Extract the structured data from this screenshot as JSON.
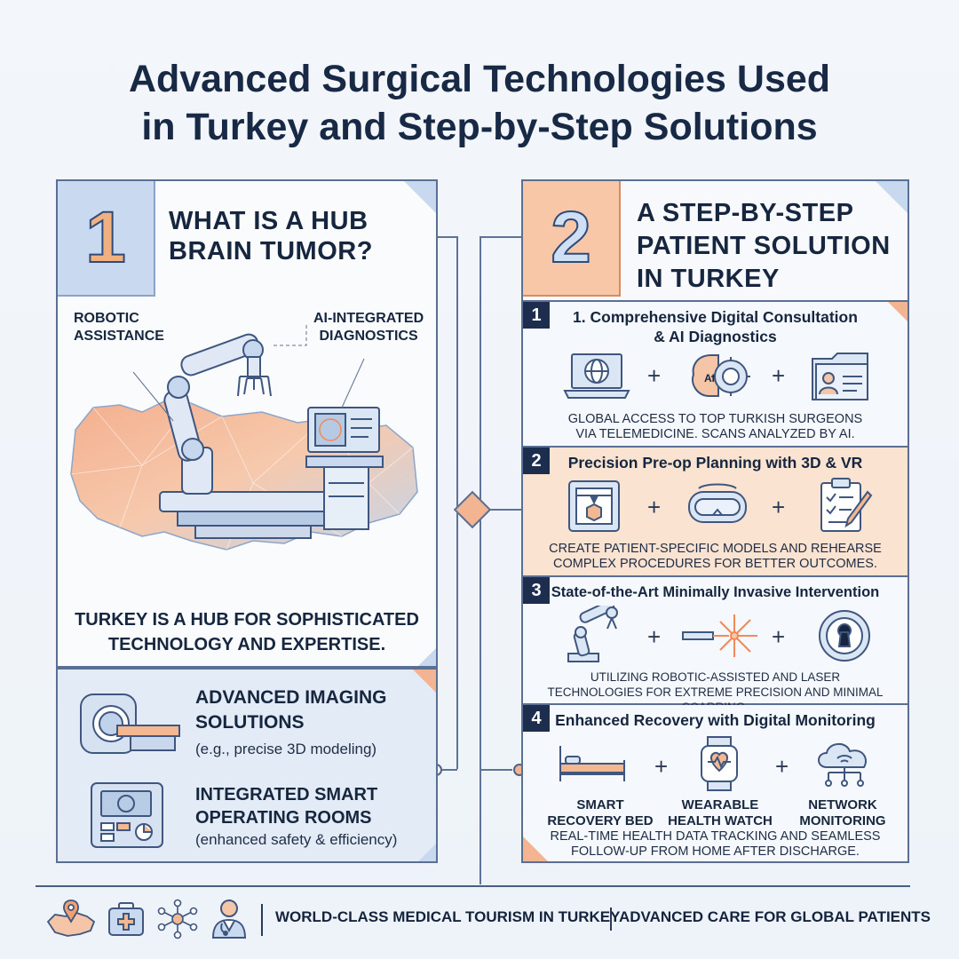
{
  "title": {
    "line1": "Advanced Surgical Technologies Used",
    "line2": "in Turkey and Step-by-Step Solutions"
  },
  "left_panel": {
    "number": "1",
    "heading_line1": "WHAT IS A HUB",
    "heading_line2": "BRAIN TUMOR?",
    "label_robotic_line1": "ROBOTIC",
    "label_robotic_line2": "ASSISTANCE",
    "label_ai_line1": "AI-INTEGRATED",
    "label_ai_line2": "DIAGNOSTICS",
    "statement_line1": "TURKEY IS A HUB FOR SOPHISTICATED",
    "statement_line2": "TECHNOLOGY AND EXPERTISE."
  },
  "left_bottom": {
    "features": [
      {
        "title_line1": "ADVANCED IMAGING",
        "title_line2": "SOLUTIONS",
        "subtitle": "(e.g., precise 3D modeling)",
        "icon": "mri-scanner-icon"
      },
      {
        "title_line1": "INTEGRATED SMART",
        "title_line2": "OPERATING ROOMS",
        "subtitle": "(enhanced safety & efficiency)",
        "icon": "control-panel-icon"
      }
    ]
  },
  "right_panel": {
    "number": "2",
    "heading_line1": "A STEP-BY-STEP",
    "heading_line2": "PATIENT SOLUTION",
    "heading_line3": "IN TURKEY",
    "steps": [
      {
        "num": "1",
        "title_line1": "1. Comprehensive Digital Consultation",
        "title_line2": "& AI Diagnostics",
        "desc_line1": "GLOBAL ACCESS TO TOP TURKISH SURGEONS",
        "desc_line2": "VIA TELEMEDICINE. SCANS ANALYZED BY AI.",
        "icons": [
          "laptop-globe-icon",
          "ai-brain-icon",
          "patient-file-icon"
        ],
        "icon_label": "AI"
      },
      {
        "num": "2",
        "title_line1": "Precision Pre-op Planning with 3D & VR",
        "desc_line1": "CREATE PATIENT-SPECIFIC MODELS AND REHEARSE",
        "desc_line2": "COMPLEX PROCEDURES FOR BETTER OUTCOMES.",
        "icons": [
          "3d-printer-icon",
          "vr-headset-icon",
          "checklist-icon"
        ]
      },
      {
        "num": "3",
        "title_line1": "State-of-the-Art Minimally Invasive Intervention",
        "desc_line1": "UTILIZING ROBOTIC-ASSISTED AND LASER",
        "desc_line2": "TECHNOLOGIES FOR EXTREME PRECISION AND MINIMAL SCARRING.",
        "icons": [
          "robotic-arm-icon",
          "laser-icon",
          "keyhole-icon"
        ]
      },
      {
        "num": "4",
        "title_line1": "Enhanced Recovery with Digital Monitoring",
        "labels": [
          {
            "line1": "SMART",
            "line2": "RECOVERY BED"
          },
          {
            "line1": "WEARABLE",
            "line2": "HEALTH WATCH"
          },
          {
            "line1": "NETWORK",
            "line2": "MONITORING"
          }
        ],
        "desc_line1": "REAL-TIME HEALTH DATA TRACKING AND SEAMLESS",
        "desc_line2": "FOLLOW-UP FROM HOME AFTER DISCHARGE.",
        "icons": [
          "hospital-bed-icon",
          "smartwatch-icon",
          "cloud-network-icon"
        ]
      }
    ],
    "plus_symbol": "+"
  },
  "footer": {
    "text1": "WORLD-CLASS MEDICAL TOURISM IN TURKEY",
    "text2": "ADVANCED CARE FOR GLOBAL PATIENTS",
    "icons": [
      "turkey-map-pin-icon",
      "medical-kit-icon",
      "network-nodes-icon",
      "doctor-icon"
    ]
  },
  "colors": {
    "navy": "#16263f",
    "accent_orange": "#f1b080",
    "light_blue": "#c9daf0",
    "peach": "#fbe3d2"
  }
}
